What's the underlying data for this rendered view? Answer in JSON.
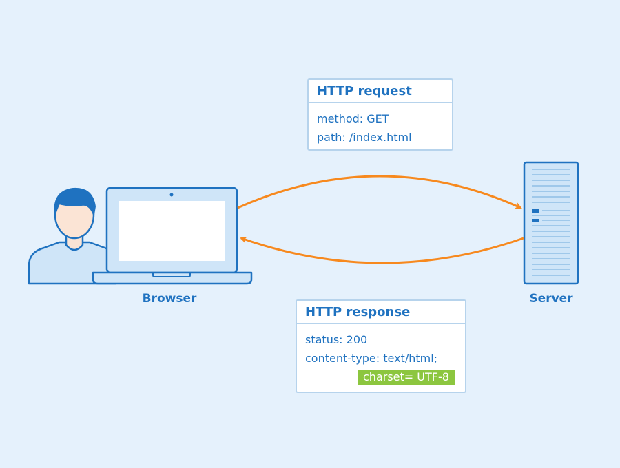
{
  "colors": {
    "background": "#e5f1fc",
    "primary": "#1f72c0",
    "card_border": "#b6d3ec",
    "arrow": "#f7891e",
    "highlight": "#8cc63f"
  },
  "icons": [
    "user-icon",
    "laptop-icon",
    "server-icon"
  ],
  "nodes": {
    "browser_label": "Browser",
    "server_label": "Server"
  },
  "request": {
    "title": "HTTP request",
    "method": "method: GET",
    "path": "path: /index.html"
  },
  "response": {
    "title": "HTTP response",
    "status": "status: 200",
    "content_type": "content-type: text/html;",
    "charset": "charset= UTF-8"
  }
}
